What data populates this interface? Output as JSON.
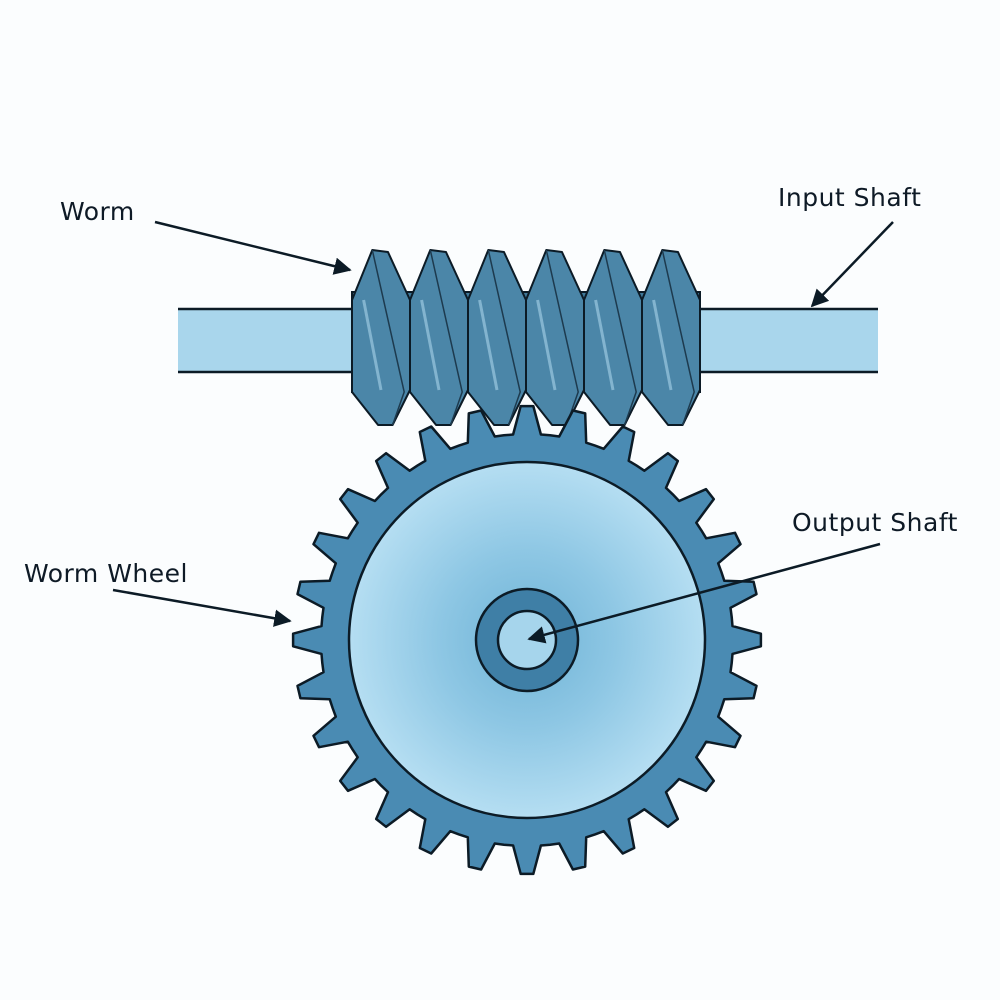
{
  "labels": {
    "worm": "Worm",
    "input_shaft": "Input Shaft",
    "output_shaft": "Output Shaft",
    "worm_wheel": "Worm Wheel"
  },
  "colors": {
    "shaft": "#a9d6ec",
    "worm": "#3f7899",
    "wheel_teeth": "#4a8bb3",
    "wheel_face": "#9fd0ea",
    "outline": "#0c1b26"
  },
  "worm_wheel_teeth": 28,
  "worm_threads_visible": 6
}
